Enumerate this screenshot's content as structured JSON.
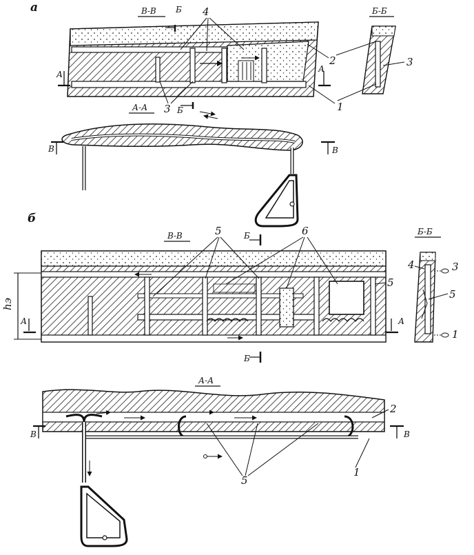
{
  "figure": {
    "panel_a": {
      "letter": "а",
      "view_vv": "В-В",
      "view_bb": "Б-Б",
      "view_aa": "А-А",
      "cut_b": "Б",
      "cut_a": "А",
      "cut_v": "В",
      "n1": "1",
      "n2": "2",
      "n3": "3",
      "n4": "4"
    },
    "panel_b": {
      "letter": "б",
      "view_vv": "В-В",
      "view_bb": "Б-Б",
      "view_aa": "А-А",
      "cut_b": "Б",
      "cut_a": "А",
      "cut_v": "В",
      "height_label": "hэ",
      "n1": "1",
      "n2": "2",
      "n3": "3",
      "n4": "4",
      "n5": "5",
      "n6": "6"
    }
  }
}
